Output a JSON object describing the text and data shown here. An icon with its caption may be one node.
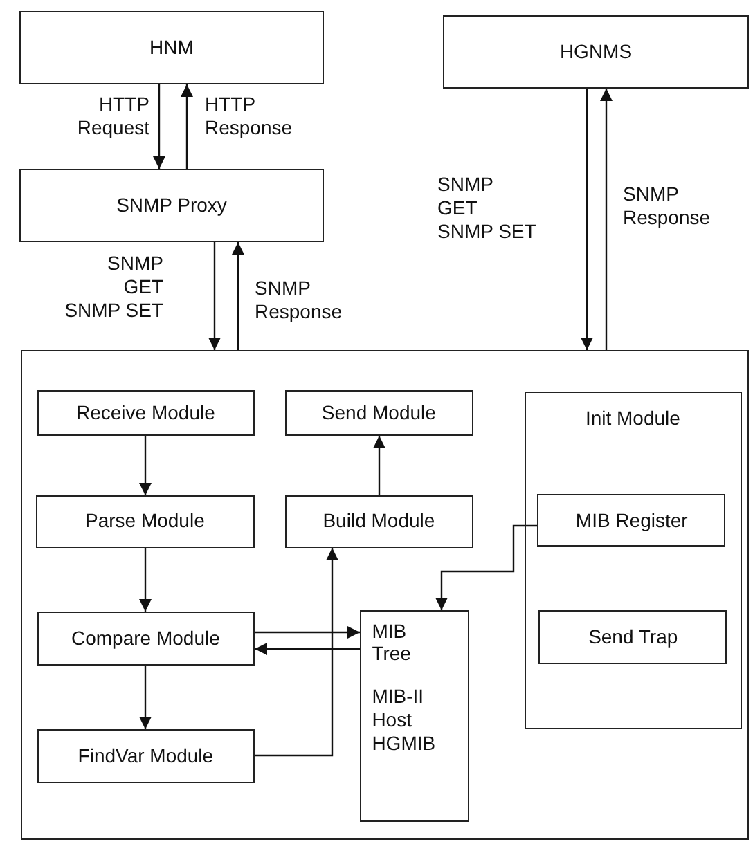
{
  "diagram": {
    "nodes": [
      {
        "text": [
          "HNM"
        ]
      },
      {
        "text": [
          "HGNMS"
        ]
      },
      {
        "text": [
          "SNMP Proxy"
        ]
      },
      {
        "text": [],
        "shape": "box"
      },
      {
        "text": [
          "Receive Module"
        ],
        "in": 3
      },
      {
        "text": [
          "Send Module"
        ],
        "in": 3
      },
      {
        "text": [
          "Init Module"
        ],
        "in": 3
      },
      {
        "text": [
          "Parse Module"
        ],
        "in": 3
      },
      {
        "text": [
          "Build Module"
        ],
        "in": 3
      },
      {
        "text": [
          "MIB Register"
        ],
        "in": 6
      },
      {
        "text": [
          "Compare Module"
        ],
        "in": 3
      },
      {
        "text": [
          "MIB Tree",
          "MIB-II Host HGMIB"
        ],
        "in": 3
      },
      {
        "text": [
          "Send Trap"
        ],
        "in": 6
      },
      {
        "text": [
          "FindVar Module"
        ],
        "in": 3
      }
    ],
    "edges": [
      {
        "from": 0,
        "to": 2,
        "arrow": "to",
        "label": "HTTP Request"
      },
      {
        "from": 2,
        "to": 0,
        "arrow": "to",
        "label": "HTTP Response"
      },
      {
        "from": 2,
        "to": 3,
        "arrow": "to",
        "label": "SNMP GET SNMP SET"
      },
      {
        "from": 3,
        "to": 2,
        "arrow": "to",
        "label": "SNMP Response"
      },
      {
        "from": 1,
        "to": 3,
        "arrow": "to",
        "label": "SNMP GET SNMP SET"
      },
      {
        "from": 3,
        "to": 1,
        "arrow": "to",
        "label": "SNMP Response"
      },
      {
        "from": 4,
        "to": 7,
        "arrow": "to"
      },
      {
        "from": 7,
        "to": 10,
        "arrow": "to"
      },
      {
        "from": 10,
        "to": 13,
        "arrow": "to"
      },
      {
        "from": 8,
        "to": 5,
        "arrow": "to"
      },
      {
        "from": 13,
        "to": 8,
        "arrow": "to"
      },
      {
        "from": 10,
        "to": 11,
        "arrow": "to"
      },
      {
        "from": 11,
        "to": 10,
        "arrow": "to"
      },
      {
        "from": 9,
        "to": 11,
        "arrow": "to"
      }
    ]
  }
}
